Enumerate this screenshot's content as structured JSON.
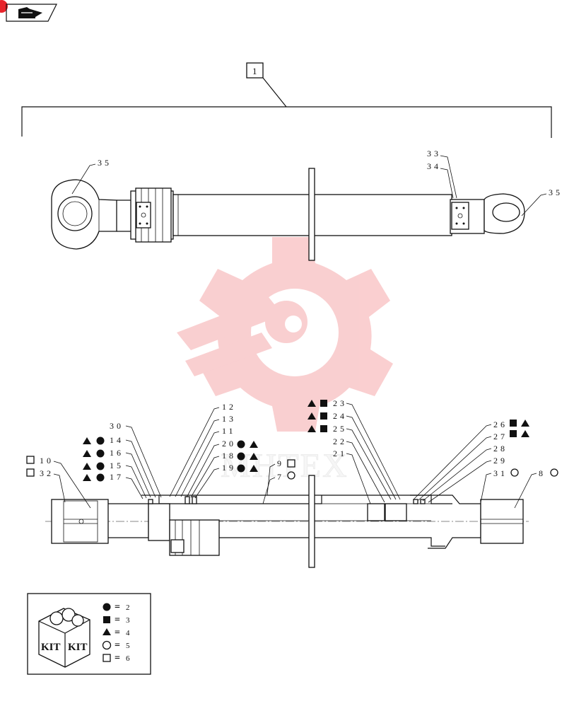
{
  "header": {
    "nav_icon": "page-turn-icon",
    "corner_badge_color": "#e8232a"
  },
  "watermark": {
    "text": "MHTEX",
    "color": "#f5a8aa",
    "icon": "gear-wrench-icon"
  },
  "assembly_label": "1",
  "upper_labels": {
    "l33": "33",
    "l34": "34",
    "l35a": "35",
    "l35b": "35"
  },
  "lower_labels": {
    "l10": "10",
    "l32": "32",
    "l14": "14",
    "l16": "16",
    "l15": "15",
    "l17": "17",
    "l30": "30",
    "l12": "12",
    "l13": "13",
    "l11": "11",
    "l20": "20",
    "l18": "18",
    "l19": "19",
    "l9": "9",
    "l7": "7",
    "l23": "23",
    "l24": "24",
    "l25": "25",
    "l22": "22",
    "l21": "21",
    "l26": "26",
    "l27": "27",
    "l28": "28",
    "l29": "29",
    "l31": "31",
    "l8": "8"
  },
  "kit_legend": {
    "kit_text_left": "KIT",
    "kit_text_right": "KIT",
    "rows": [
      {
        "symbol": "filled-circle",
        "eq": "=",
        "value": "2"
      },
      {
        "symbol": "filled-square",
        "eq": "=",
        "value": "3"
      },
      {
        "symbol": "filled-triangle",
        "eq": "=",
        "value": "4"
      },
      {
        "symbol": "open-circle",
        "eq": "=",
        "value": "5"
      },
      {
        "symbol": "open-square",
        "eq": "=",
        "value": "6"
      }
    ]
  }
}
